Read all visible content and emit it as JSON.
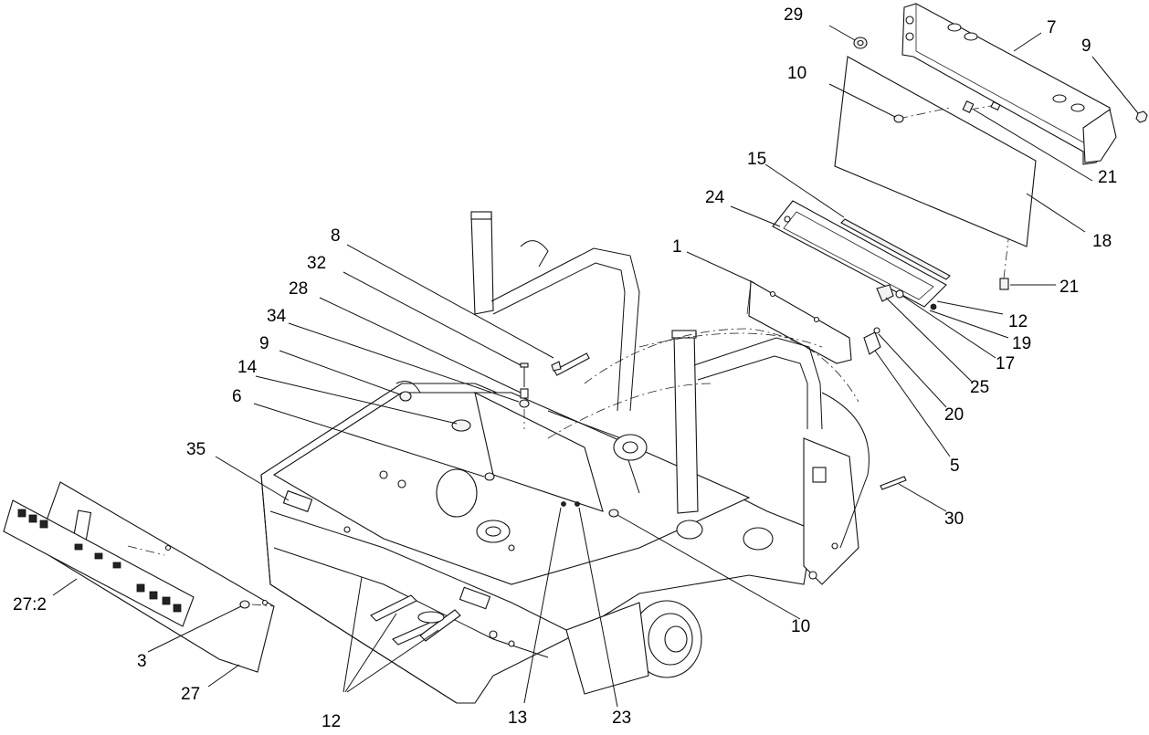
{
  "callouts": [
    {
      "id": "c29",
      "label": "29"
    },
    {
      "id": "c7",
      "label": "7"
    },
    {
      "id": "c9a",
      "label": "9"
    },
    {
      "id": "c10a",
      "label": "10"
    },
    {
      "id": "c21a",
      "label": "21"
    },
    {
      "id": "c15",
      "label": "15"
    },
    {
      "id": "c24",
      "label": "24"
    },
    {
      "id": "c18",
      "label": "18"
    },
    {
      "id": "c21b",
      "label": "21"
    },
    {
      "id": "c1",
      "label": "1"
    },
    {
      "id": "c12a",
      "label": "12"
    },
    {
      "id": "c19",
      "label": "19"
    },
    {
      "id": "c17",
      "label": "17"
    },
    {
      "id": "c25",
      "label": "25"
    },
    {
      "id": "c20",
      "label": "20"
    },
    {
      "id": "c5",
      "label": "5"
    },
    {
      "id": "c30",
      "label": "30"
    },
    {
      "id": "c10b",
      "label": "10"
    },
    {
      "id": "c8",
      "label": "8"
    },
    {
      "id": "c32",
      "label": "32"
    },
    {
      "id": "c28",
      "label": "28"
    },
    {
      "id": "c34",
      "label": "34"
    },
    {
      "id": "c9b",
      "label": "9"
    },
    {
      "id": "c14",
      "label": "14"
    },
    {
      "id": "c6",
      "label": "6"
    },
    {
      "id": "c35",
      "label": "35"
    },
    {
      "id": "c27x2",
      "label": "27:2"
    },
    {
      "id": "c3",
      "label": "3"
    },
    {
      "id": "c27",
      "label": "27"
    },
    {
      "id": "c12b",
      "label": "12"
    },
    {
      "id": "c13",
      "label": "13"
    },
    {
      "id": "c23",
      "label": "23"
    }
  ]
}
